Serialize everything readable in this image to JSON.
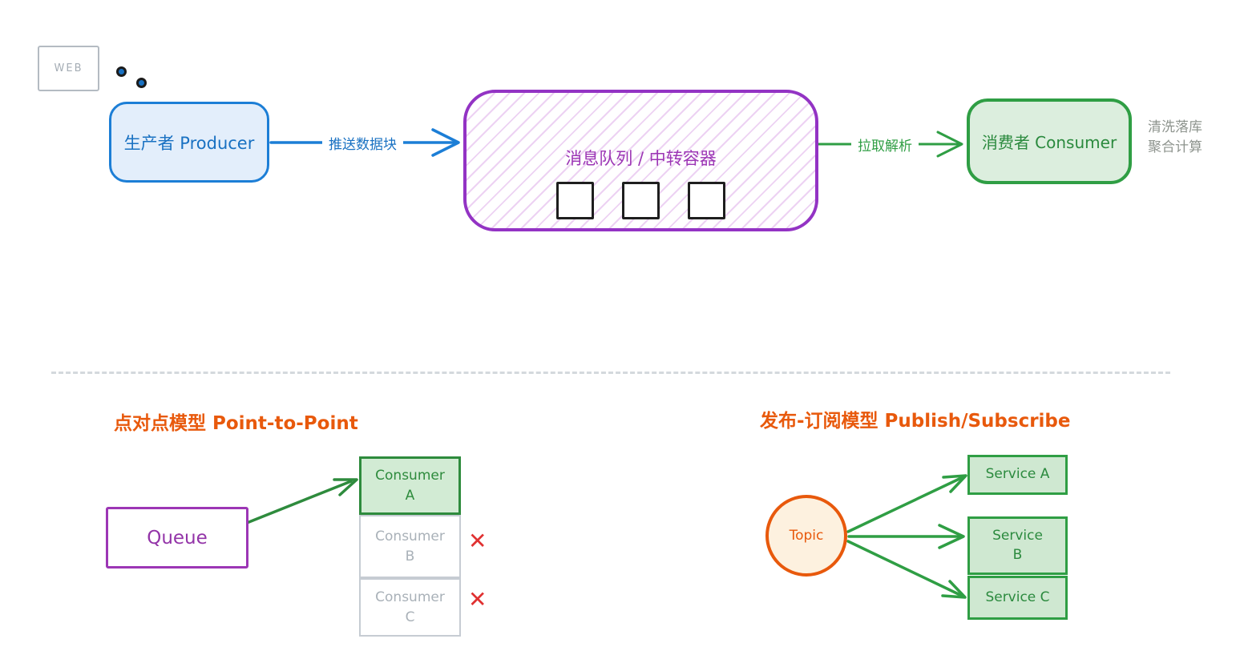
{
  "colors": {
    "blue": "#1c7ed6",
    "purple": "#9333c4",
    "green": "#2f9e44",
    "orange": "#e8590c",
    "red": "#e03131",
    "gray": "#a9b1b8"
  },
  "top_flow": {
    "web_label": "WEB",
    "producer_label": "生产者 Producer",
    "push_arrow_label": "推送数据块",
    "queue_label": "消息队列 / 中转容器",
    "pull_arrow_label": "拉取解析",
    "consumer_label": "消费者 Consumer",
    "note_line1": "清洗落库",
    "note_line2": "聚合计算"
  },
  "p2p": {
    "title": "点对点模型 Point-to-Point",
    "queue_label": "Queue",
    "reject_icon": "✕",
    "consumers": [
      {
        "line1": "Consumer",
        "line2": "A"
      },
      {
        "line1": "Consumer",
        "line2": "B"
      },
      {
        "line1": "Consumer",
        "line2": "C"
      }
    ]
  },
  "pubsub": {
    "title": "发布-订阅模型 Publish/Subscribe",
    "topic_label": "Topic",
    "services": [
      {
        "line1": "Service A"
      },
      {
        "line1": "Service",
        "line2": "B"
      },
      {
        "line1": "Service C"
      }
    ]
  }
}
